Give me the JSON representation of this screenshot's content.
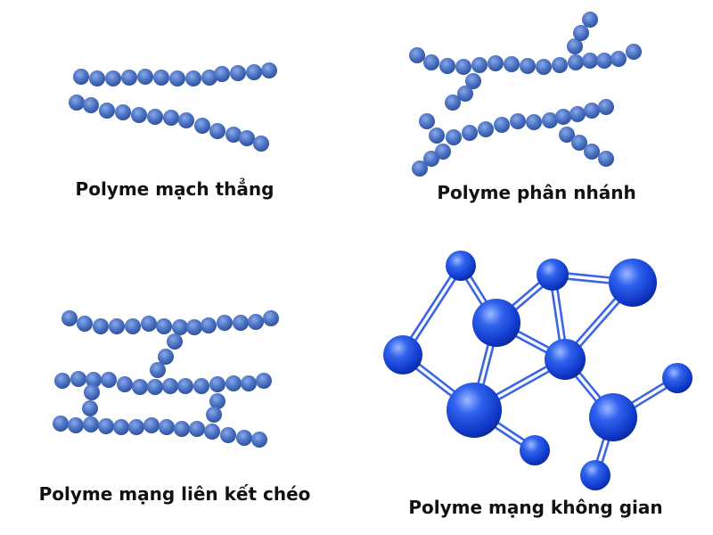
{
  "panels": {
    "linear": {
      "label": "Polyme mạch thẳng"
    },
    "branched": {
      "label": "Polyme phân nhánh"
    },
    "crosslinked": {
      "label": "Polyme mạng liên kết chéo"
    },
    "network": {
      "label": "Polyme mạng không gian"
    }
  },
  "colors": {
    "bead": "#4a72c4",
    "bead_highlight": "#7f9fe0",
    "bead_shadow": "#2e4f96",
    "sphere": "#1f4fe0",
    "sphere_highlight": "#8fb0ff",
    "sphere_shadow": "#0a2a9a",
    "bond": "#3a66e6",
    "caption": "#111111"
  }
}
